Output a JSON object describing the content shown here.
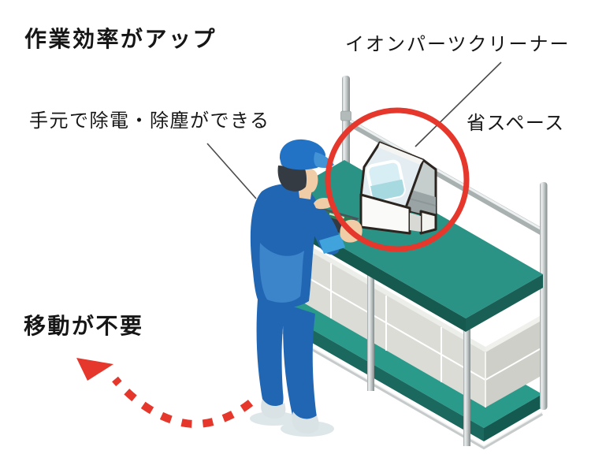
{
  "page": {
    "background": "#ffffff",
    "scene": "worker using ion parts cleaner at a workbench (isometric illustration)"
  },
  "labels": {
    "efficiency_heading": "作業効率がアップ",
    "hand_cleaning_feature": "手元で除電・除塵ができる",
    "device_name": "イオンパーツクリーナー",
    "space_saving_feature": "省スペース",
    "no_movement_heading": "移動が不要"
  },
  "illustration": {
    "elements": [
      "workbench-frame",
      "workbench-top",
      "storage-boxes",
      "bottom-shelf",
      "ion-parts-cleaner-device",
      "parts-tray",
      "worker-figure",
      "red-highlight-circle",
      "movement-dashed-arrow",
      "leader-line-hand",
      "leader-line-device"
    ],
    "colors": {
      "accent_red": "#e5372b",
      "bench_teal": "#2b9385",
      "bench_teal_dark": "#16594f",
      "shelf_teal": "#2a9a8b",
      "uniform_blue": "#2166b3",
      "uniform_blue_light": "#3d85cb",
      "cap_blue": "#2273c6",
      "sleeve_cuff_blue": "#41a3dc",
      "skin": "#f1cda7",
      "metal_gray": "#c6cbcb",
      "box_gray": "#dcdcd7",
      "glass_blue": "#d6eef4",
      "outline_dark": "#2b241f",
      "text_color": "#161616"
    }
  }
}
